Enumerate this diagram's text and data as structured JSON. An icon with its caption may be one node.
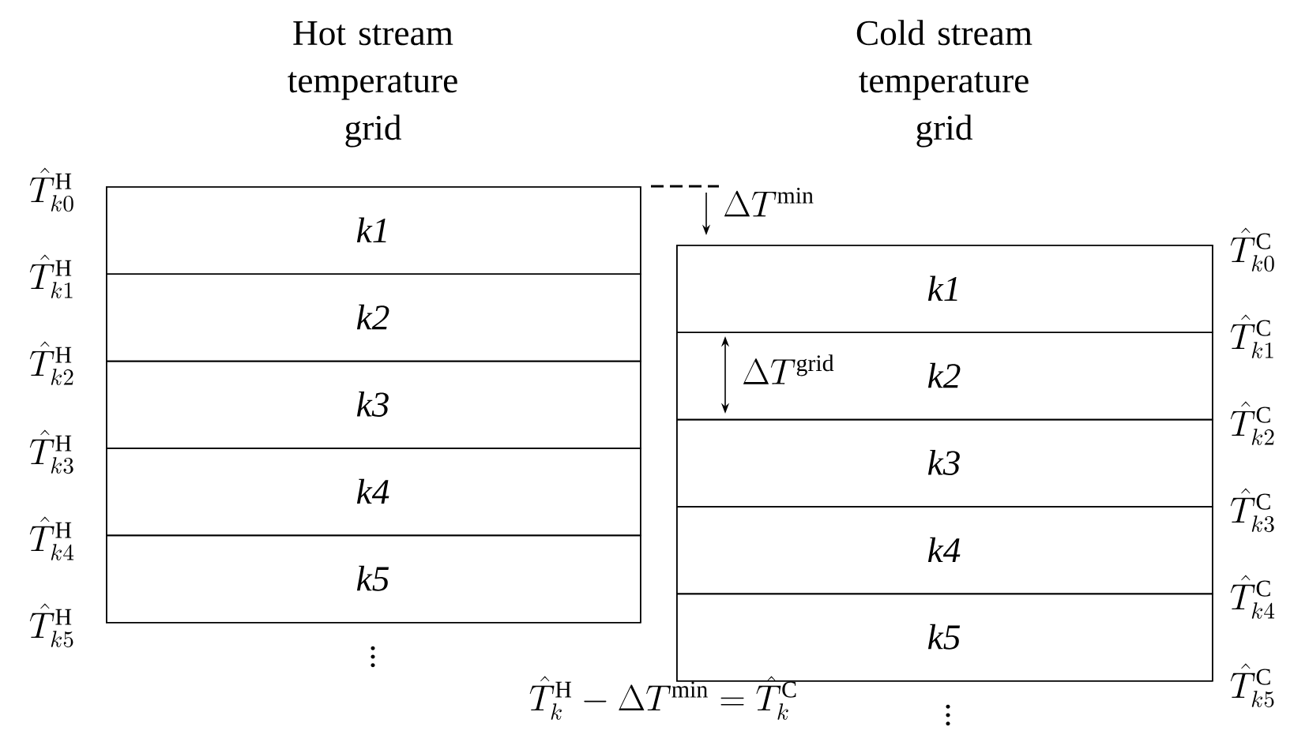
{
  "diagram": {
    "nodes": [
      {
        "text": [
          "Hot stream temperature grid"
        ]
      },
      {
        "text": [
          "k1"
        ],
        "in": 0
      },
      {
        "text": [
          "k2"
        ],
        "in": 0
      },
      {
        "text": [
          "k3"
        ],
        "in": 0
      },
      {
        "text": [
          "k4"
        ],
        "in": 0
      },
      {
        "text": [
          "k5"
        ],
        "in": 0
      },
      {
        "text": [
          "Cold stream temperature grid"
        ]
      },
      {
        "text": [
          "k1"
        ],
        "in": 6
      },
      {
        "text": [
          "k2"
        ],
        "in": 6
      },
      {
        "text": [
          "k3"
        ],
        "in": 6
      },
      {
        "text": [
          "k4"
        ],
        "in": 6
      },
      {
        "text": [
          "k5"
        ],
        "in": 6
      }
    ],
    "edges": [],
    "labels": [
      "\\hat{T}_{k0}^{\\mathrm{H}}",
      "\\hat{T}_{k1}^{\\mathrm{H}}",
      "\\hat{T}_{k2}^{\\mathrm{H}}",
      "\\hat{T}_{k3}^{\\mathrm{H}}",
      "\\hat{T}_{k4}^{\\mathrm{H}}",
      "\\hat{T}_{k5}^{\\mathrm{H}}",
      "\\Delta T^{\\mathrm{min}}",
      "\\hat{T}_{k0}^{\\mathrm{C}}",
      "\\hat{T}_{k1}^{\\mathrm{C}}",
      "\\Delta T^{\\mathrm{grid}}",
      "\\hat{T}_{k2}^{\\mathrm{C}}",
      "\\hat{T}_{k3}^{\\mathrm{C}}",
      "\\hat{T}_{k4}^{\\mathrm{C}}",
      "\\vdots",
      "\\hat{T}_{k5}^{\\mathrm{C}}",
      "\\hat{T}_{k}^{\\mathrm{H}}-\\Delta T^{\\mathrm{min}}=\\hat{T}_{k}^{\\mathrm{C}}",
      "\\vdots"
    ]
  }
}
